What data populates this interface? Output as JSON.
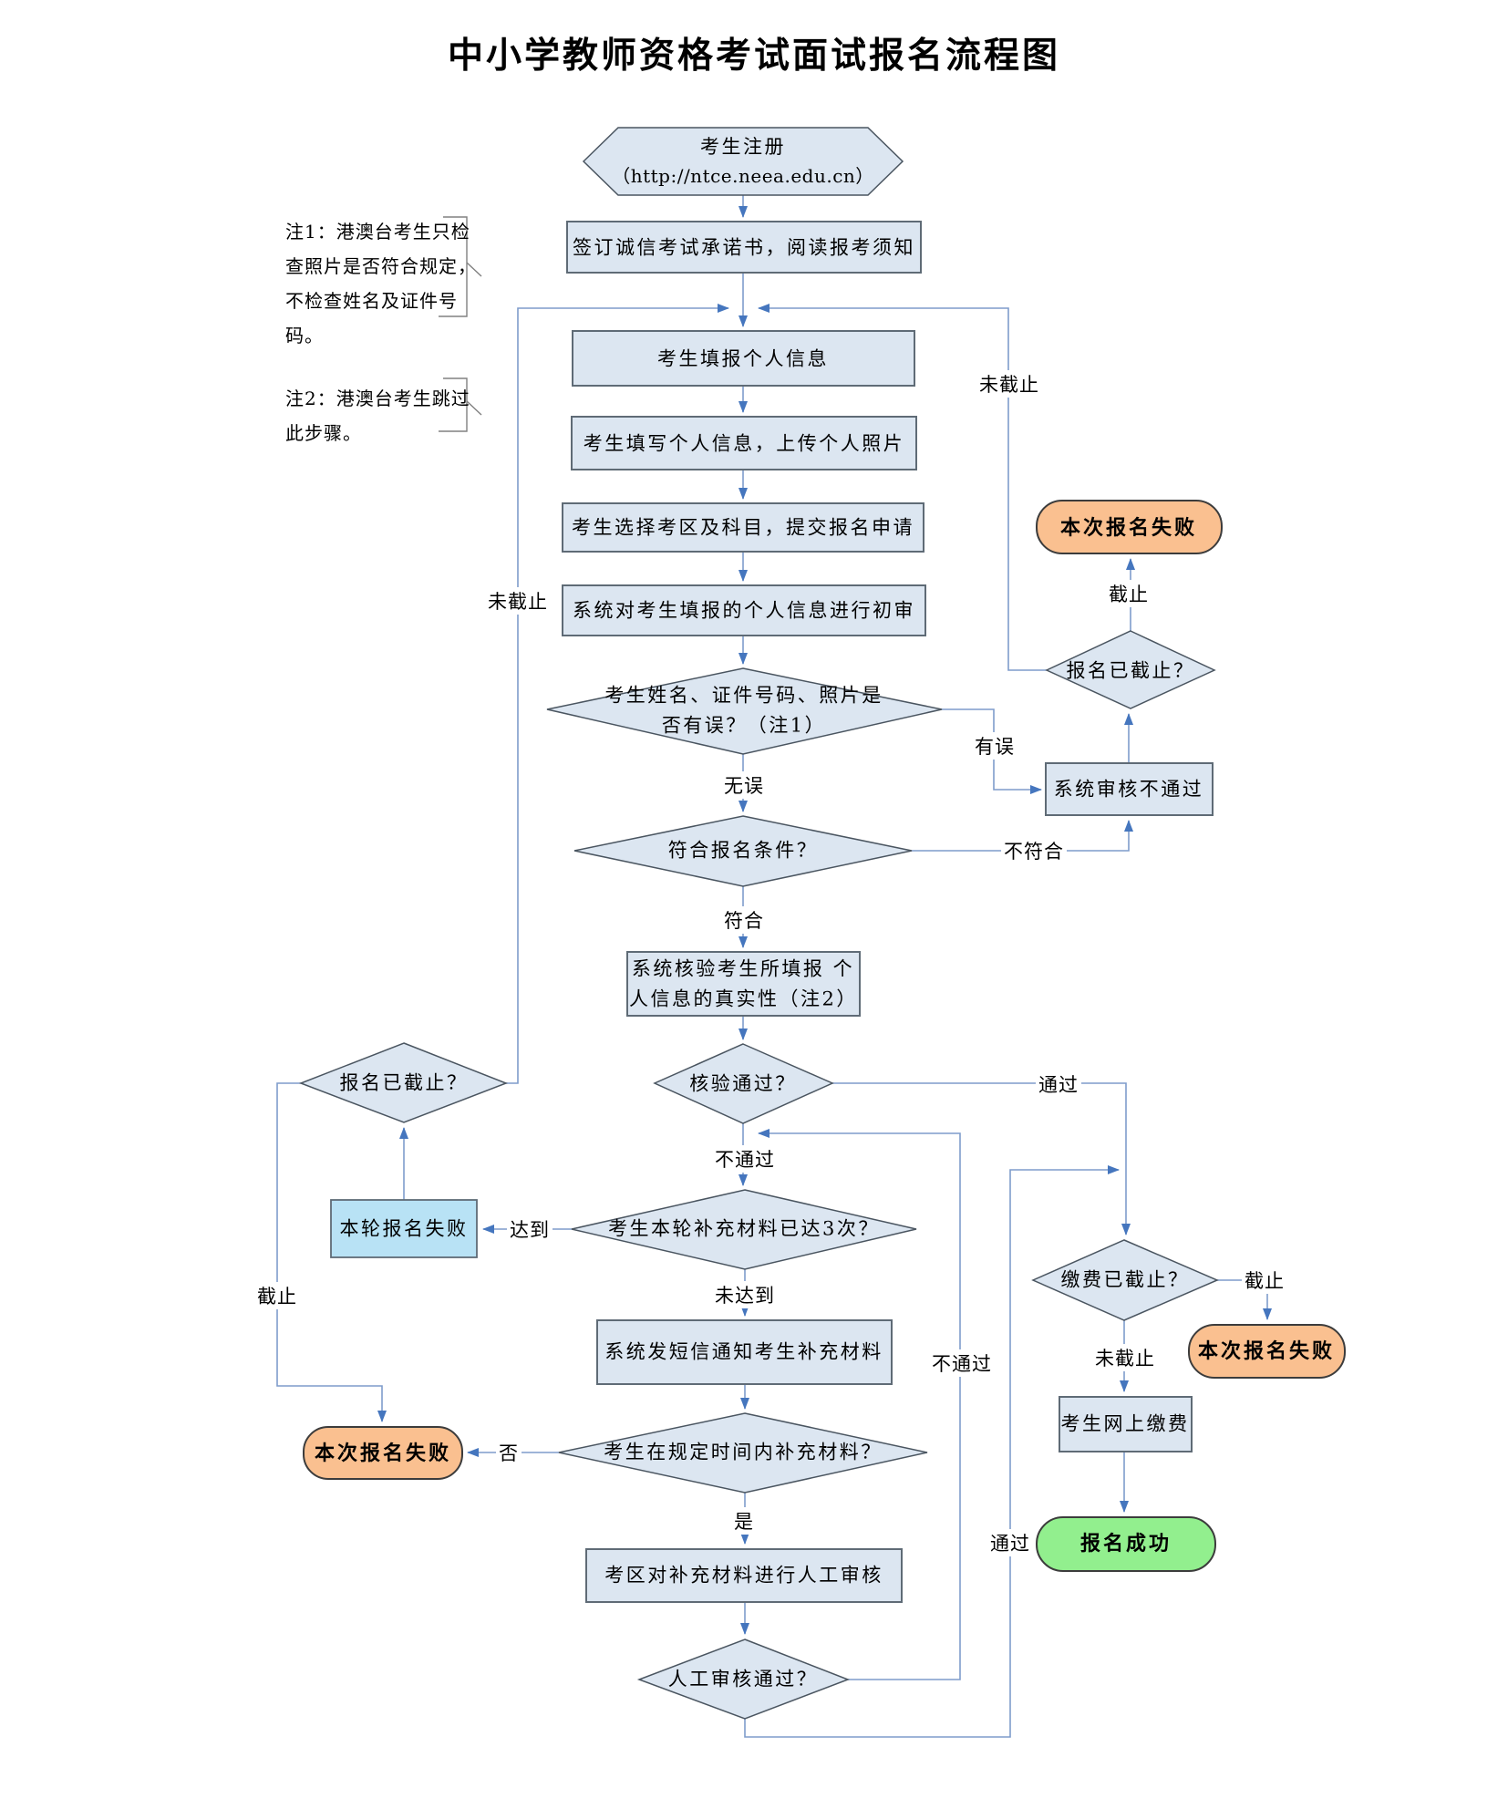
{
  "title": "中小学教师资格考试面试报名流程图",
  "colors": {
    "node_fill": "#dce6f1",
    "node_border": "#5f6b76",
    "line_color": "#7e9ccb",
    "arrow_color": "#4576be",
    "fail_fill": "#fac090",
    "success_fill": "#92ef8e",
    "lightblue_fill": "#b8e2f5",
    "bracket_color": "#808080"
  },
  "notes": {
    "note1": "注1：港澳台考生只检查照片是否符合规定，不检查姓名及证件号码。",
    "note2": "注2：港澳台考生跳过此步骤。"
  },
  "nodes": {
    "register": {
      "line1": "考生注册",
      "line2": "（http://ntce.neea.edu.cn）"
    },
    "sign": "签订诚信考试承诺书，阅读报考须知",
    "fill_info": "考生填报个人信息",
    "fill_upload": "考生填写个人信息，上传个人照片",
    "choose": "考生选择考区及科目，提交报名申请",
    "initial_review": "系统对考生填报的个人信息进行初审",
    "check_error": "考生姓名、证件号码、照片是否有误？（注1）",
    "meet_cond": "符合报名条件？",
    "verify": "系统核验考生所填报 个人信息的真实性（注2）",
    "verify_pass": "核验通过？",
    "supp_three": "考生本轮补充材料已达3次？",
    "sms": "系统发短信通知考生补充材料",
    "supply_in_time": "考生在规定时间内补充材料？",
    "manual_review": "考区对补充材料进行人工审核",
    "manual_pass": "人工审核通过？",
    "sys_fail": "系统审核不通过",
    "closed_right": "报名已截止？",
    "closed_left": "报名已截止？",
    "fee_closed": "缴费已截止？",
    "round_fail": "本轮报名失败",
    "fail_top": "本次报名失败",
    "fail_left": "本次报名失败",
    "fail_right": "本次报名失败",
    "pay": "考生网上缴费",
    "success": "报名成功"
  },
  "edges": {
    "not_closed_left": "未截止",
    "not_closed_right": "未截止",
    "error_yes": "有误",
    "error_no": "无误",
    "cond_no": "不符合",
    "cond_yes": "符合",
    "closed_top_right": "截止",
    "verify_yes": "通过",
    "verify_no": "不通过",
    "manual_no": "不通过",
    "reached": "达到",
    "not_reached": "未达到",
    "closed_left_label": "截止",
    "supply_no": "否",
    "supply_yes": "是",
    "manual_yes": "通过",
    "fee_closed_yes": "截止",
    "fee_not_closed": "未截止"
  }
}
